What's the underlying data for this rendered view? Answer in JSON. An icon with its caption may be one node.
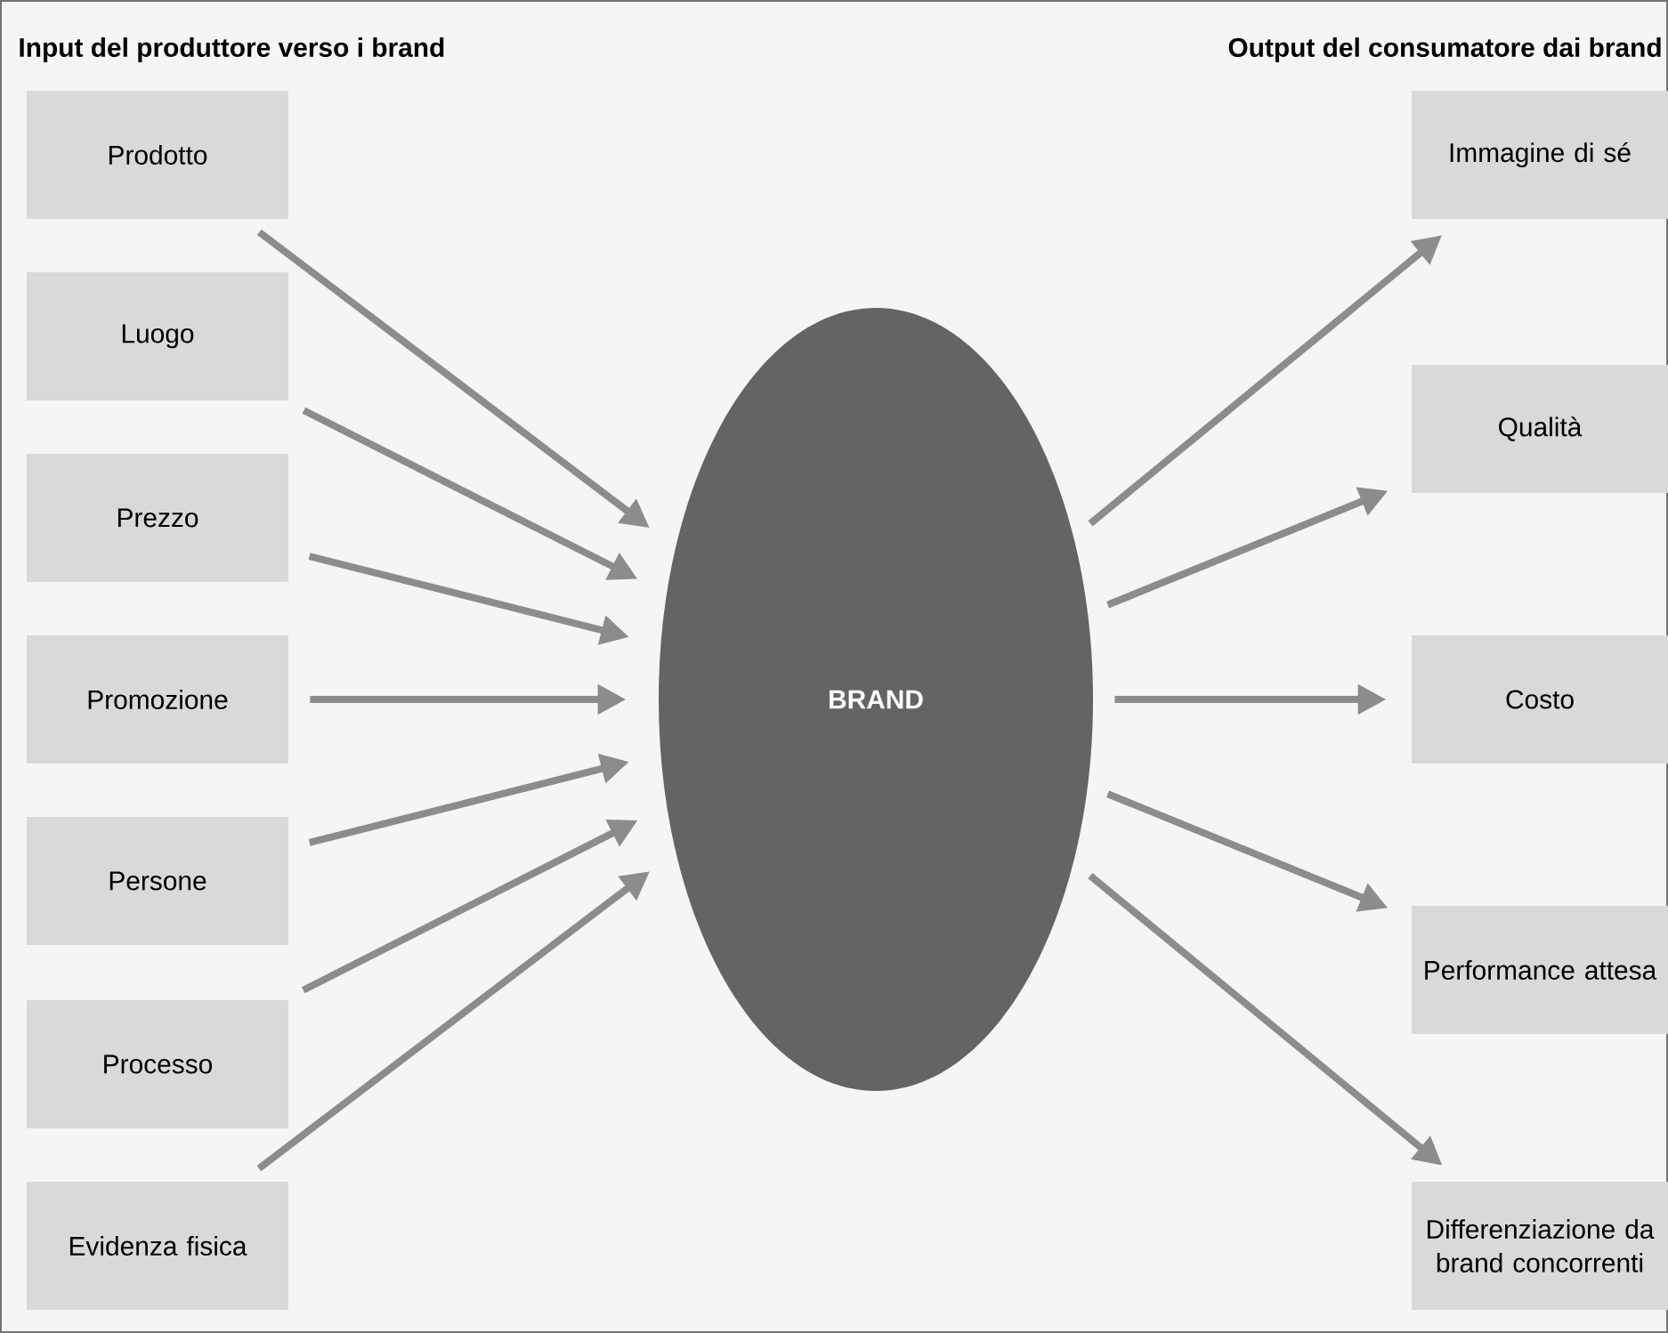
{
  "diagram": {
    "nodes": [
      {
        "text": [
          "Prodotto"
        ]
      },
      {
        "text": [
          "Luogo"
        ]
      },
      {
        "text": [
          "Prezzo"
        ]
      },
      {
        "text": [
          "Promozione"
        ]
      },
      {
        "text": [
          "Persone"
        ]
      },
      {
        "text": [
          "Processo"
        ]
      },
      {
        "text": [
          "Evidenza fisica"
        ]
      },
      {
        "text": [
          "BRAND"
        ]
      },
      {
        "text": [
          "Immagine di sé"
        ]
      },
      {
        "text": [
          "Qualità"
        ]
      },
      {
        "text": [
          "Costo"
        ]
      },
      {
        "text": [
          "Performance attesa"
        ]
      },
      {
        "text": [
          "Differenziazione da brand concorrenti"
        ]
      }
    ],
    "edges": [
      {
        "from": 0,
        "to": 7,
        "arrow": "to"
      },
      {
        "from": 1,
        "to": 7,
        "arrow": "to"
      },
      {
        "from": 2,
        "to": 7,
        "arrow": "to"
      },
      {
        "from": 3,
        "to": 7,
        "arrow": "to"
      },
      {
        "from": 4,
        "to": 7,
        "arrow": "to"
      },
      {
        "from": 5,
        "to": 7,
        "arrow": "to"
      },
      {
        "from": 6,
        "to": 7,
        "arrow": "to"
      },
      {
        "from": 7,
        "to": 8,
        "arrow": "to"
      },
      {
        "from": 7,
        "to": 9,
        "arrow": "to"
      },
      {
        "from": 7,
        "to": 10,
        "arrow": "to"
      },
      {
        "from": 7,
        "to": 11,
        "arrow": "to"
      },
      {
        "from": 7,
        "to": 12,
        "arrow": "to"
      }
    ],
    "labels": [
      "Input del produttore verso i brand",
      "Output del consumatore dai brand"
    ]
  }
}
